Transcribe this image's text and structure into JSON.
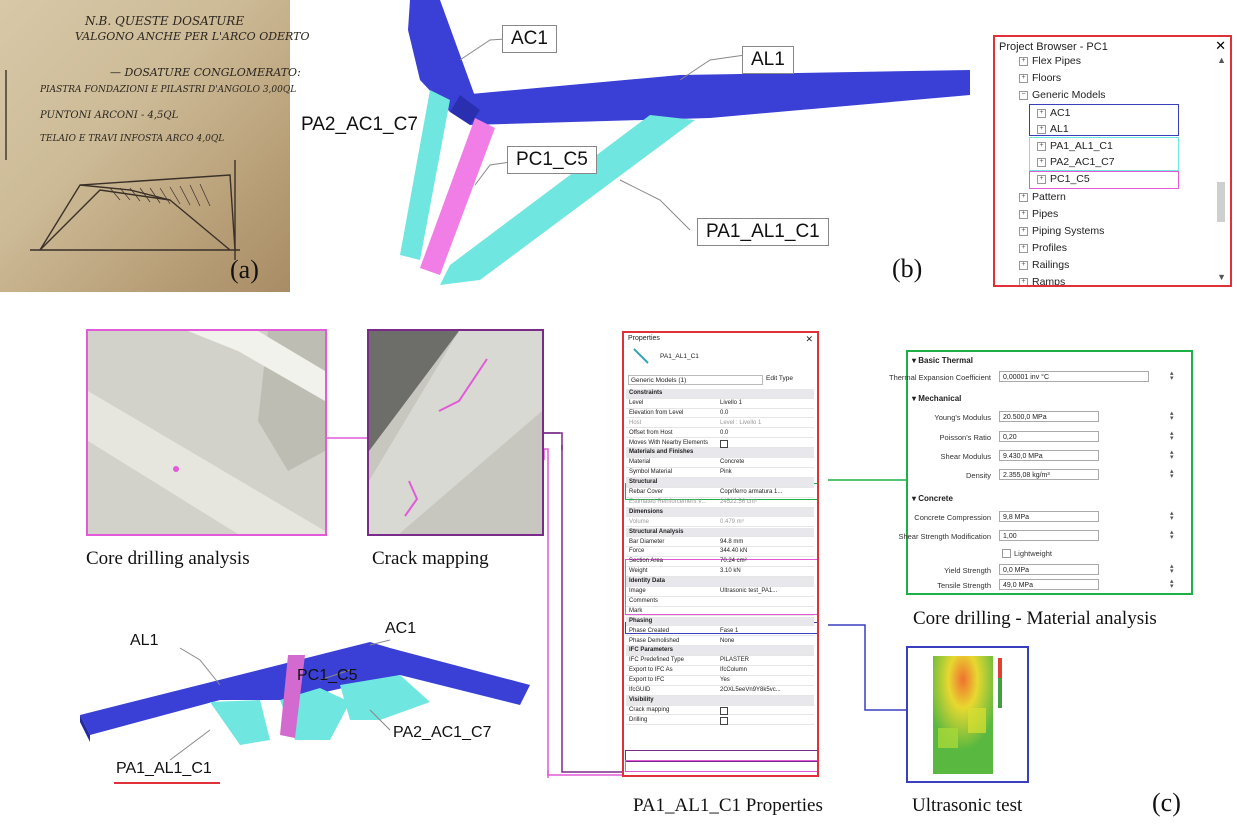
{
  "panel_a": {
    "notes": [
      "N.B. QUESTE DOSATURE",
      "VALGONO ANCHE PER L'ARCO ODERTO",
      "— DOSATURE CONGLOMERATO:",
      "PIASTRA FONDAZIONI E PILASTRI D'ANGOLO 3,00QL",
      "PUNTONI ARCONI - 4,5QL",
      "TELAIO E TRAVI INFOSTA ARCO 4,0QL"
    ],
    "label": "(a)"
  },
  "panel_b": {
    "label": "(b)",
    "tags": {
      "ac1": "AC1",
      "al1": "AL1",
      "pa2": "PA2_AC1_C7",
      "pc1": "PC1_C5",
      "pa1": "PA1_AL1_C1"
    }
  },
  "browser": {
    "title": "Project Browser - PC1",
    "items": [
      {
        "label": "Flex Pipes",
        "sign": "+"
      },
      {
        "label": "Floors",
        "sign": "+"
      },
      {
        "label": "Generic Models",
        "sign": "−"
      },
      {
        "label": "AC1",
        "sign": "+"
      },
      {
        "label": "AL1",
        "sign": "+"
      },
      {
        "label": "PA1_AL1_C1",
        "sign": "+"
      },
      {
        "label": "PA2_AC1_C7",
        "sign": "+"
      },
      {
        "label": "PC1_C5",
        "sign": "+"
      },
      {
        "label": "Pattern",
        "sign": "+"
      },
      {
        "label": "Pipes",
        "sign": "+"
      },
      {
        "label": "Piping Systems",
        "sign": "+"
      },
      {
        "label": "Profiles",
        "sign": "+"
      },
      {
        "label": "Railings",
        "sign": "+"
      },
      {
        "label": "Ramps",
        "sign": "+"
      }
    ]
  },
  "captions": {
    "core": "Core drilling analysis",
    "crack": "Crack mapping",
    "props": "PA1_AL1_C1 Properties",
    "ultra": "Ultrasonic test",
    "material": "Core drilling - Material analysis",
    "c_label": "(c)"
  },
  "bottom_model": {
    "al1": "AL1",
    "ac1": "AC1",
    "pc1": "PC1_C5",
    "pa2": "PA2_AC1_C7",
    "pa1": "PA1_AL1_C1"
  },
  "properties": {
    "title": "Properties",
    "element": "PA1_AL1_C1",
    "type_selector": "Generic Models (1)",
    "edit_type": "Edit Type",
    "rows": [
      {
        "k": "Constraints",
        "group": true
      },
      {
        "k": "Level",
        "v": "Livello 1"
      },
      {
        "k": "Elevation from Level",
        "v": "0.0"
      },
      {
        "k": "Host",
        "v": "Level : Livello 1",
        "grey": true
      },
      {
        "k": "Offset from Host",
        "v": "0.0"
      },
      {
        "k": "Moves With Nearby Elements",
        "check": true
      },
      {
        "k": "Materials and Finishes",
        "group": true
      },
      {
        "k": "Material",
        "v": "Concrete"
      },
      {
        "k": "Symbol Material",
        "v": "Pink"
      },
      {
        "k": "Structural",
        "group": true
      },
      {
        "k": "Rebar Cover",
        "v": "Copriferro armatura 1..."
      },
      {
        "k": "Estimated Reinforcement V...",
        "v": "24522.56 cm³",
        "grey": true
      },
      {
        "k": "Dimensions",
        "group": true
      },
      {
        "k": "Volume",
        "v": "0.479 m³",
        "grey": true
      },
      {
        "k": "Structural Analysis",
        "group": true
      },
      {
        "k": "Bar Diameter",
        "v": "94.8 mm"
      },
      {
        "k": "Force",
        "v": "344.40 kN"
      },
      {
        "k": "Section Area",
        "v": "70.24 cm²"
      },
      {
        "k": "Weight",
        "v": "3.10 kN"
      },
      {
        "k": "Identity Data",
        "group": true
      },
      {
        "k": "Image",
        "v": "Ultrasonic test_PA1..."
      },
      {
        "k": "Comments",
        "v": ""
      },
      {
        "k": "Mark",
        "v": ""
      },
      {
        "k": "Phasing",
        "group": true
      },
      {
        "k": "Phase Created",
        "v": "Fase 1"
      },
      {
        "k": "Phase Demolished",
        "v": "None"
      },
      {
        "k": "IFC Parameters",
        "group": true
      },
      {
        "k": "IFC Predefined Type",
        "v": "PILASTER"
      },
      {
        "k": "Export to IFC As",
        "v": "IfcColumn"
      },
      {
        "k": "Export to IFC",
        "v": "Yes"
      },
      {
        "k": "IfcGUID",
        "v": "2OXL5eeVn9Y8k5vc..."
      },
      {
        "k": "Visibility",
        "group": true
      },
      {
        "k": "Crack mapping",
        "check": true
      },
      {
        "k": "Drilling",
        "check": true
      }
    ]
  },
  "material": {
    "thermal_head": "▾ Basic Thermal",
    "thermal": [
      {
        "k": "Thermal Expansion Coefficient",
        "v": "0,00001 inv °C"
      }
    ],
    "mech_head": "▾ Mechanical",
    "mech": [
      {
        "k": "Young's Modulus",
        "v": "20.500,0 MPa"
      },
      {
        "k": "Poisson's Ratio",
        "v": "0,20"
      },
      {
        "k": "Shear Modulus",
        "v": "9.430,0 MPa"
      },
      {
        "k": "Density",
        "v": "2.355,08 kg/m³"
      }
    ],
    "conc_head": "▾ Concrete",
    "conc": [
      {
        "k": "Concrete Compression",
        "v": "9,8 MPa"
      },
      {
        "k": "Shear Strength Modification",
        "v": "1,00"
      },
      {
        "k": "Lightweight",
        "v": ""
      },
      {
        "k": "Yield Strength",
        "v": "0,0 MPa"
      },
      {
        "k": "Tensile Strength",
        "v": "49,0 MPa"
      }
    ]
  },
  "colors": {
    "arch_blue": "#3a3fd6",
    "cyan": "#6fe6e0",
    "pink": "#f07ee6",
    "red": "#e0303a",
    "green": "#1db046",
    "purple": "#7a2b8a",
    "magenta": "#e25ad8",
    "navy": "#3a3fc0"
  }
}
